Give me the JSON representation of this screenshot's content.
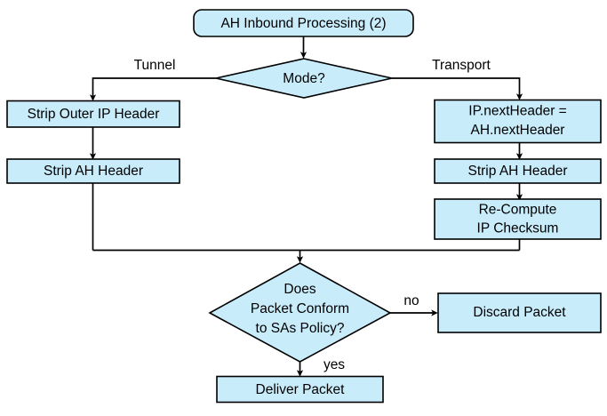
{
  "diagram": {
    "title": "AH Inbound Processing (2)",
    "fill_color": "#c9ecfb",
    "stroke_color": "#000000",
    "background_color": "#ffffff",
    "nodes": {
      "start": {
        "label": "AH Inbound Processing (2)",
        "shape": "rounded-rectangle"
      },
      "mode_decision": {
        "label": "Mode?",
        "shape": "diamond"
      },
      "strip_outer_ip_header": {
        "label": "Strip Outer IP Header",
        "shape": "rectangle"
      },
      "strip_ah_header_tunnel": {
        "label": "Strip AH Header",
        "shape": "rectangle"
      },
      "ip_next_header": {
        "line1": "IP.nextHeader =",
        "line2": "AH.nextHeader",
        "shape": "rectangle"
      },
      "strip_ah_header_transport": {
        "label": "Strip AH Header",
        "shape": "rectangle"
      },
      "recompute_checksum": {
        "line1": "Re-Compute",
        "line2": "IP Checksum",
        "shape": "rectangle"
      },
      "conform_decision": {
        "line1": "Does",
        "line2": "Packet Conform",
        "line3": "to SAs Policy?",
        "shape": "diamond"
      },
      "discard_packet": {
        "label": "Discard Packet",
        "shape": "rectangle"
      },
      "deliver_packet": {
        "label": "Deliver Packet",
        "shape": "rectangle"
      }
    },
    "edge_labels": {
      "tunnel": "Tunnel",
      "transport": "Transport",
      "no": "no",
      "yes": "yes"
    }
  }
}
